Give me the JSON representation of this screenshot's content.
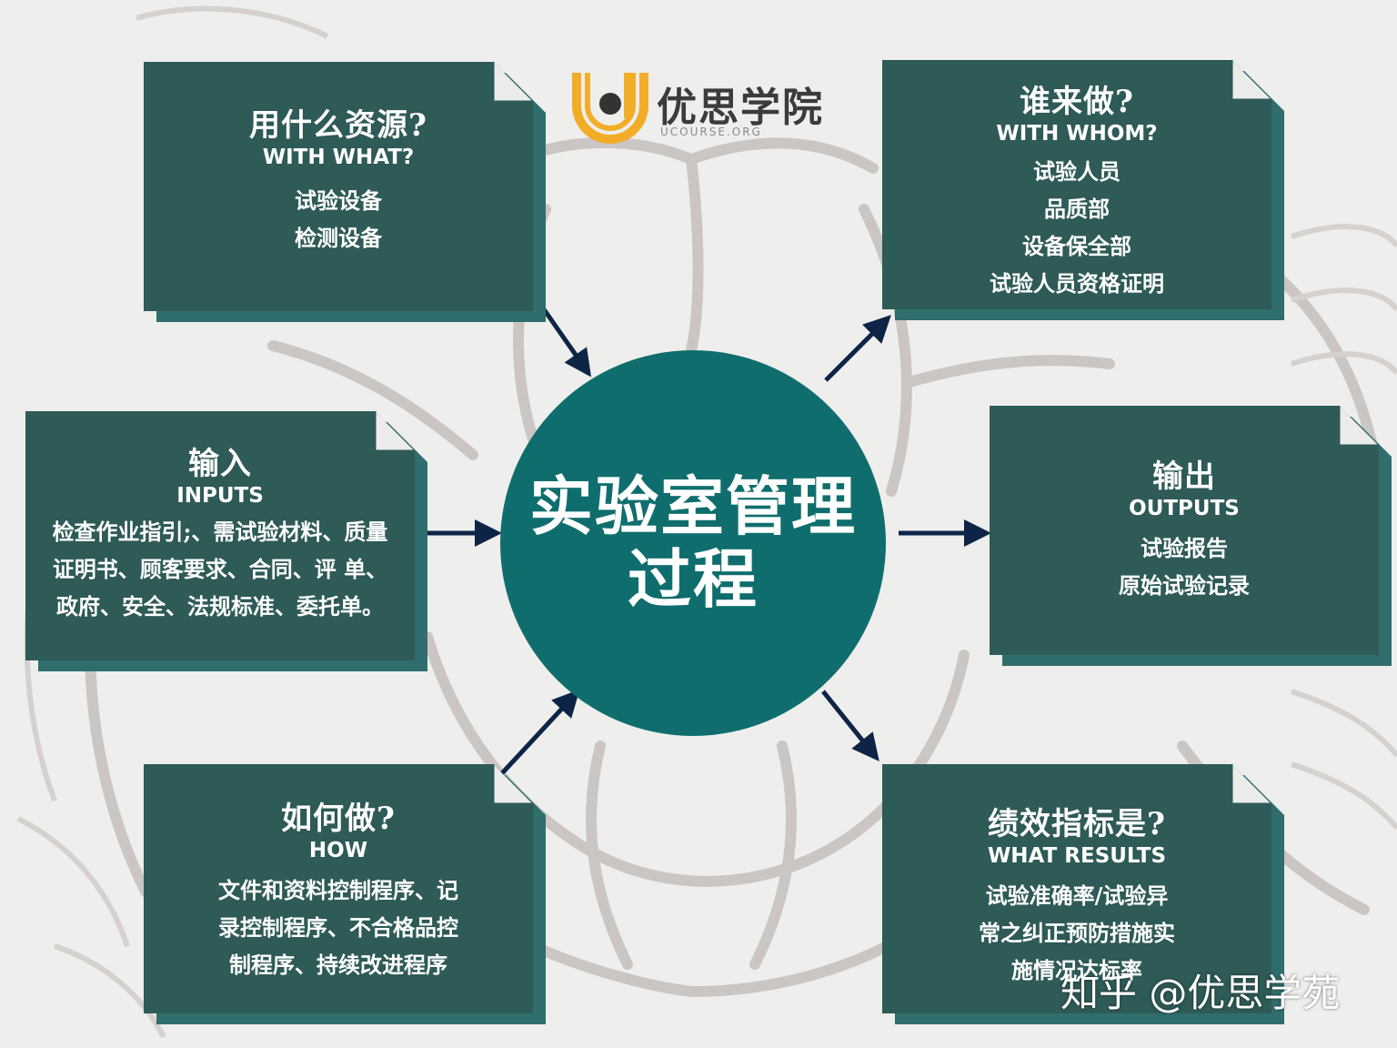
{
  "logo": {
    "name": "优思学院",
    "sub": "UCOURSE.ORG",
    "accent_color": "#f2ad28"
  },
  "center": {
    "line1": "实验室管理",
    "line2": "过程",
    "color": "#0f6e6d"
  },
  "cards": {
    "with_what": {
      "title": "用什么资源?",
      "subtitle": "WITH WHAT?",
      "items": [
        "试验设备",
        "检测设备"
      ]
    },
    "with_whom": {
      "title": "谁来做?",
      "subtitle": "WITH WHOM?",
      "items": [
        "试验人员",
        "品质部",
        "设备保全部",
        "试验人员资格证明"
      ]
    },
    "inputs": {
      "title": "输入",
      "subtitle": "INPUTS",
      "items": [
        "检查作业指引;、需试验材料、质量",
        "证明书、顾客要求、合同、评 单、",
        "政府、安全、法规标准、委托单。"
      ]
    },
    "outputs": {
      "title": "输出",
      "subtitle": "OUTPUTS",
      "items": [
        "试验报告",
        "原始试验记录"
      ]
    },
    "how": {
      "title": "如何做?",
      "subtitle": "HOW",
      "items": [
        "文件和资料控制程序、记",
        "录控制程序、不合格品控",
        "制程序、持续改进程序"
      ]
    },
    "what_results": {
      "title": "绩效指标是?",
      "subtitle": "WHAT RESULTS",
      "items": [
        "试验准确率/试验异",
        "常之纠正预防措施实",
        "施情况达标率"
      ]
    }
  },
  "watermark": "知乎 @优思学苑",
  "colors": {
    "card": "#2e5a57",
    "card_shadow": "#2f6e6c",
    "arrow": "#0d2447",
    "background": "#eeeeec"
  }
}
